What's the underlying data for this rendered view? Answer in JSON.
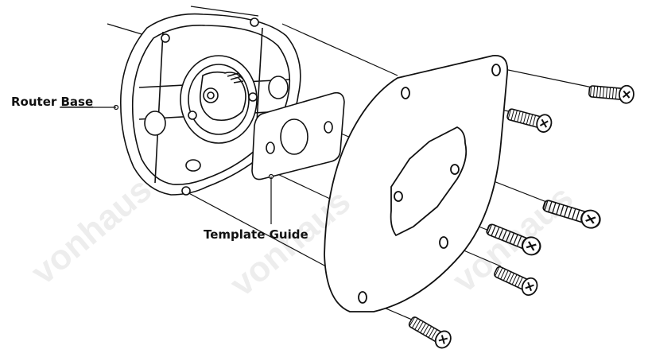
{
  "labels": {
    "router_base_prefix": "Router ",
    "router_base_suffix": "Base",
    "template_guide": "Template Guide"
  },
  "watermark": {
    "text": "vonhaus"
  },
  "colors": {
    "line": "#111111",
    "background": "#ffffff",
    "watermark": "#dcdcdc"
  }
}
